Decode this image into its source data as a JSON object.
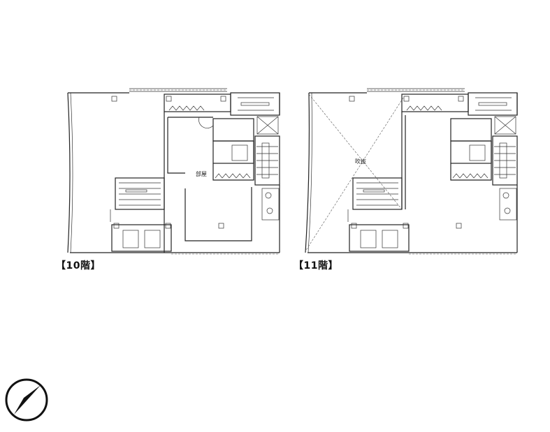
{
  "floors": [
    {
      "label": "【10階】",
      "room_label": "部屋"
    },
    {
      "label": "【11階】",
      "room_label": "吹抜"
    }
  ],
  "compass": {
    "icon": "north-arrow-icon"
  }
}
